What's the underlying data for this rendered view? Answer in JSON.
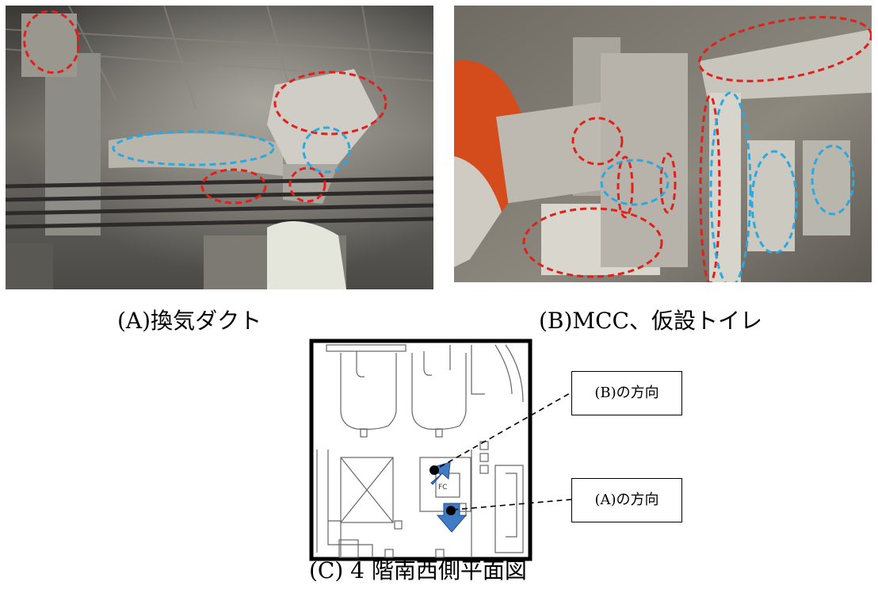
{
  "photos": {
    "a": {
      "caption": "(A)換気ダクト"
    },
    "b": {
      "caption": "(B)MCC、仮設トイレ"
    }
  },
  "plan": {
    "caption": "(C) 4 階南西側平面図",
    "room_label": "FC",
    "callouts": {
      "b": "(B)の方向",
      "a": "(A)の方向"
    }
  },
  "colors": {
    "red_marker": "#e0201a",
    "blue_marker": "#2aa8e0",
    "arrow_fill": "#3f7cc4"
  }
}
